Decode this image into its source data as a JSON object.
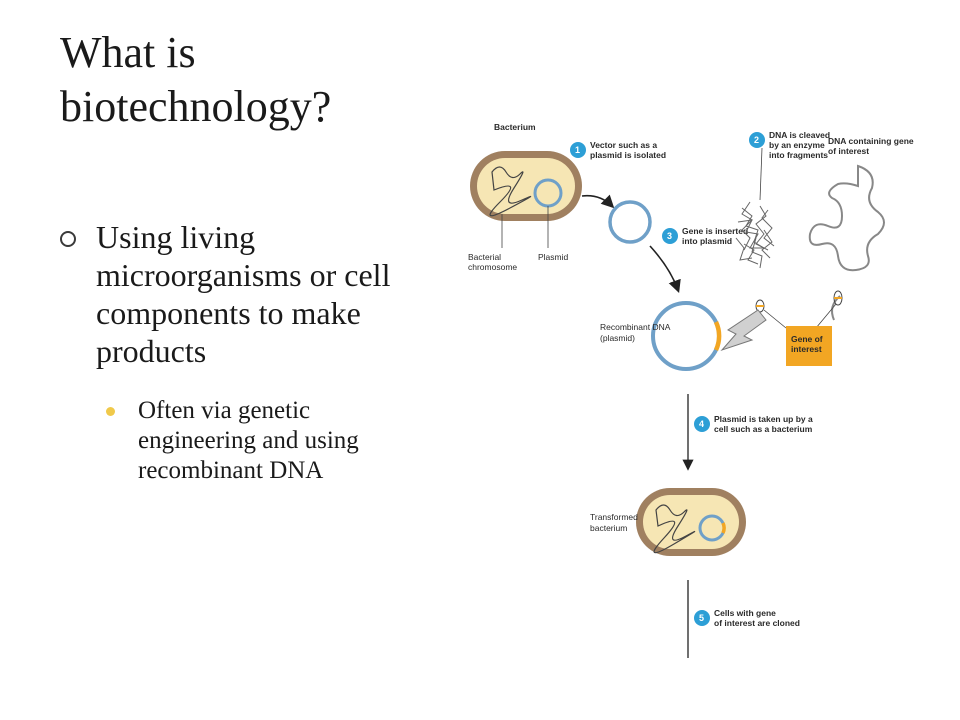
{
  "slide": {
    "title": "What is biotechnology?",
    "bullet": "Using living microorganisms or cell components to make products",
    "sub_bullet": "Often via genetic engineering and using recombinant DNA"
  },
  "figure": {
    "bacterium": "Bacterium",
    "bacterial_chromosome": [
      "Bacterial",
      "chromosome"
    ],
    "plasmid": "Plasmid",
    "recombinant": [
      "Recombinant DNA",
      "(plasmid)"
    ],
    "transformed": [
      "Transformed",
      "bacterium"
    ],
    "gene_box": [
      "Gene of",
      "interest"
    ],
    "dna_gene": [
      "DNA containing gene",
      "of interest"
    ],
    "steps": [
      {
        "num": "1",
        "lines": [
          "Vector such as a",
          "plasmid is isolated"
        ]
      },
      {
        "num": "2",
        "lines": [
          "DNA is cleaved",
          "by an enzyme",
          "into fragments"
        ]
      },
      {
        "num": "3",
        "lines": [
          "Gene is inserted",
          "into plasmid"
        ]
      },
      {
        "num": "4",
        "lines": [
          "Plasmid is taken up by a",
          "cell such as a bacterium"
        ]
      },
      {
        "num": "5",
        "lines": [
          "Cells with gene",
          "of interest are cloned"
        ]
      }
    ],
    "colors": {
      "cell_outer": "#a08060",
      "cell_inner": "#f6e6b4",
      "plasmid": "#6fa0c8",
      "step_circle": "#2d9fd6",
      "gene": "#f2a623"
    }
  }
}
